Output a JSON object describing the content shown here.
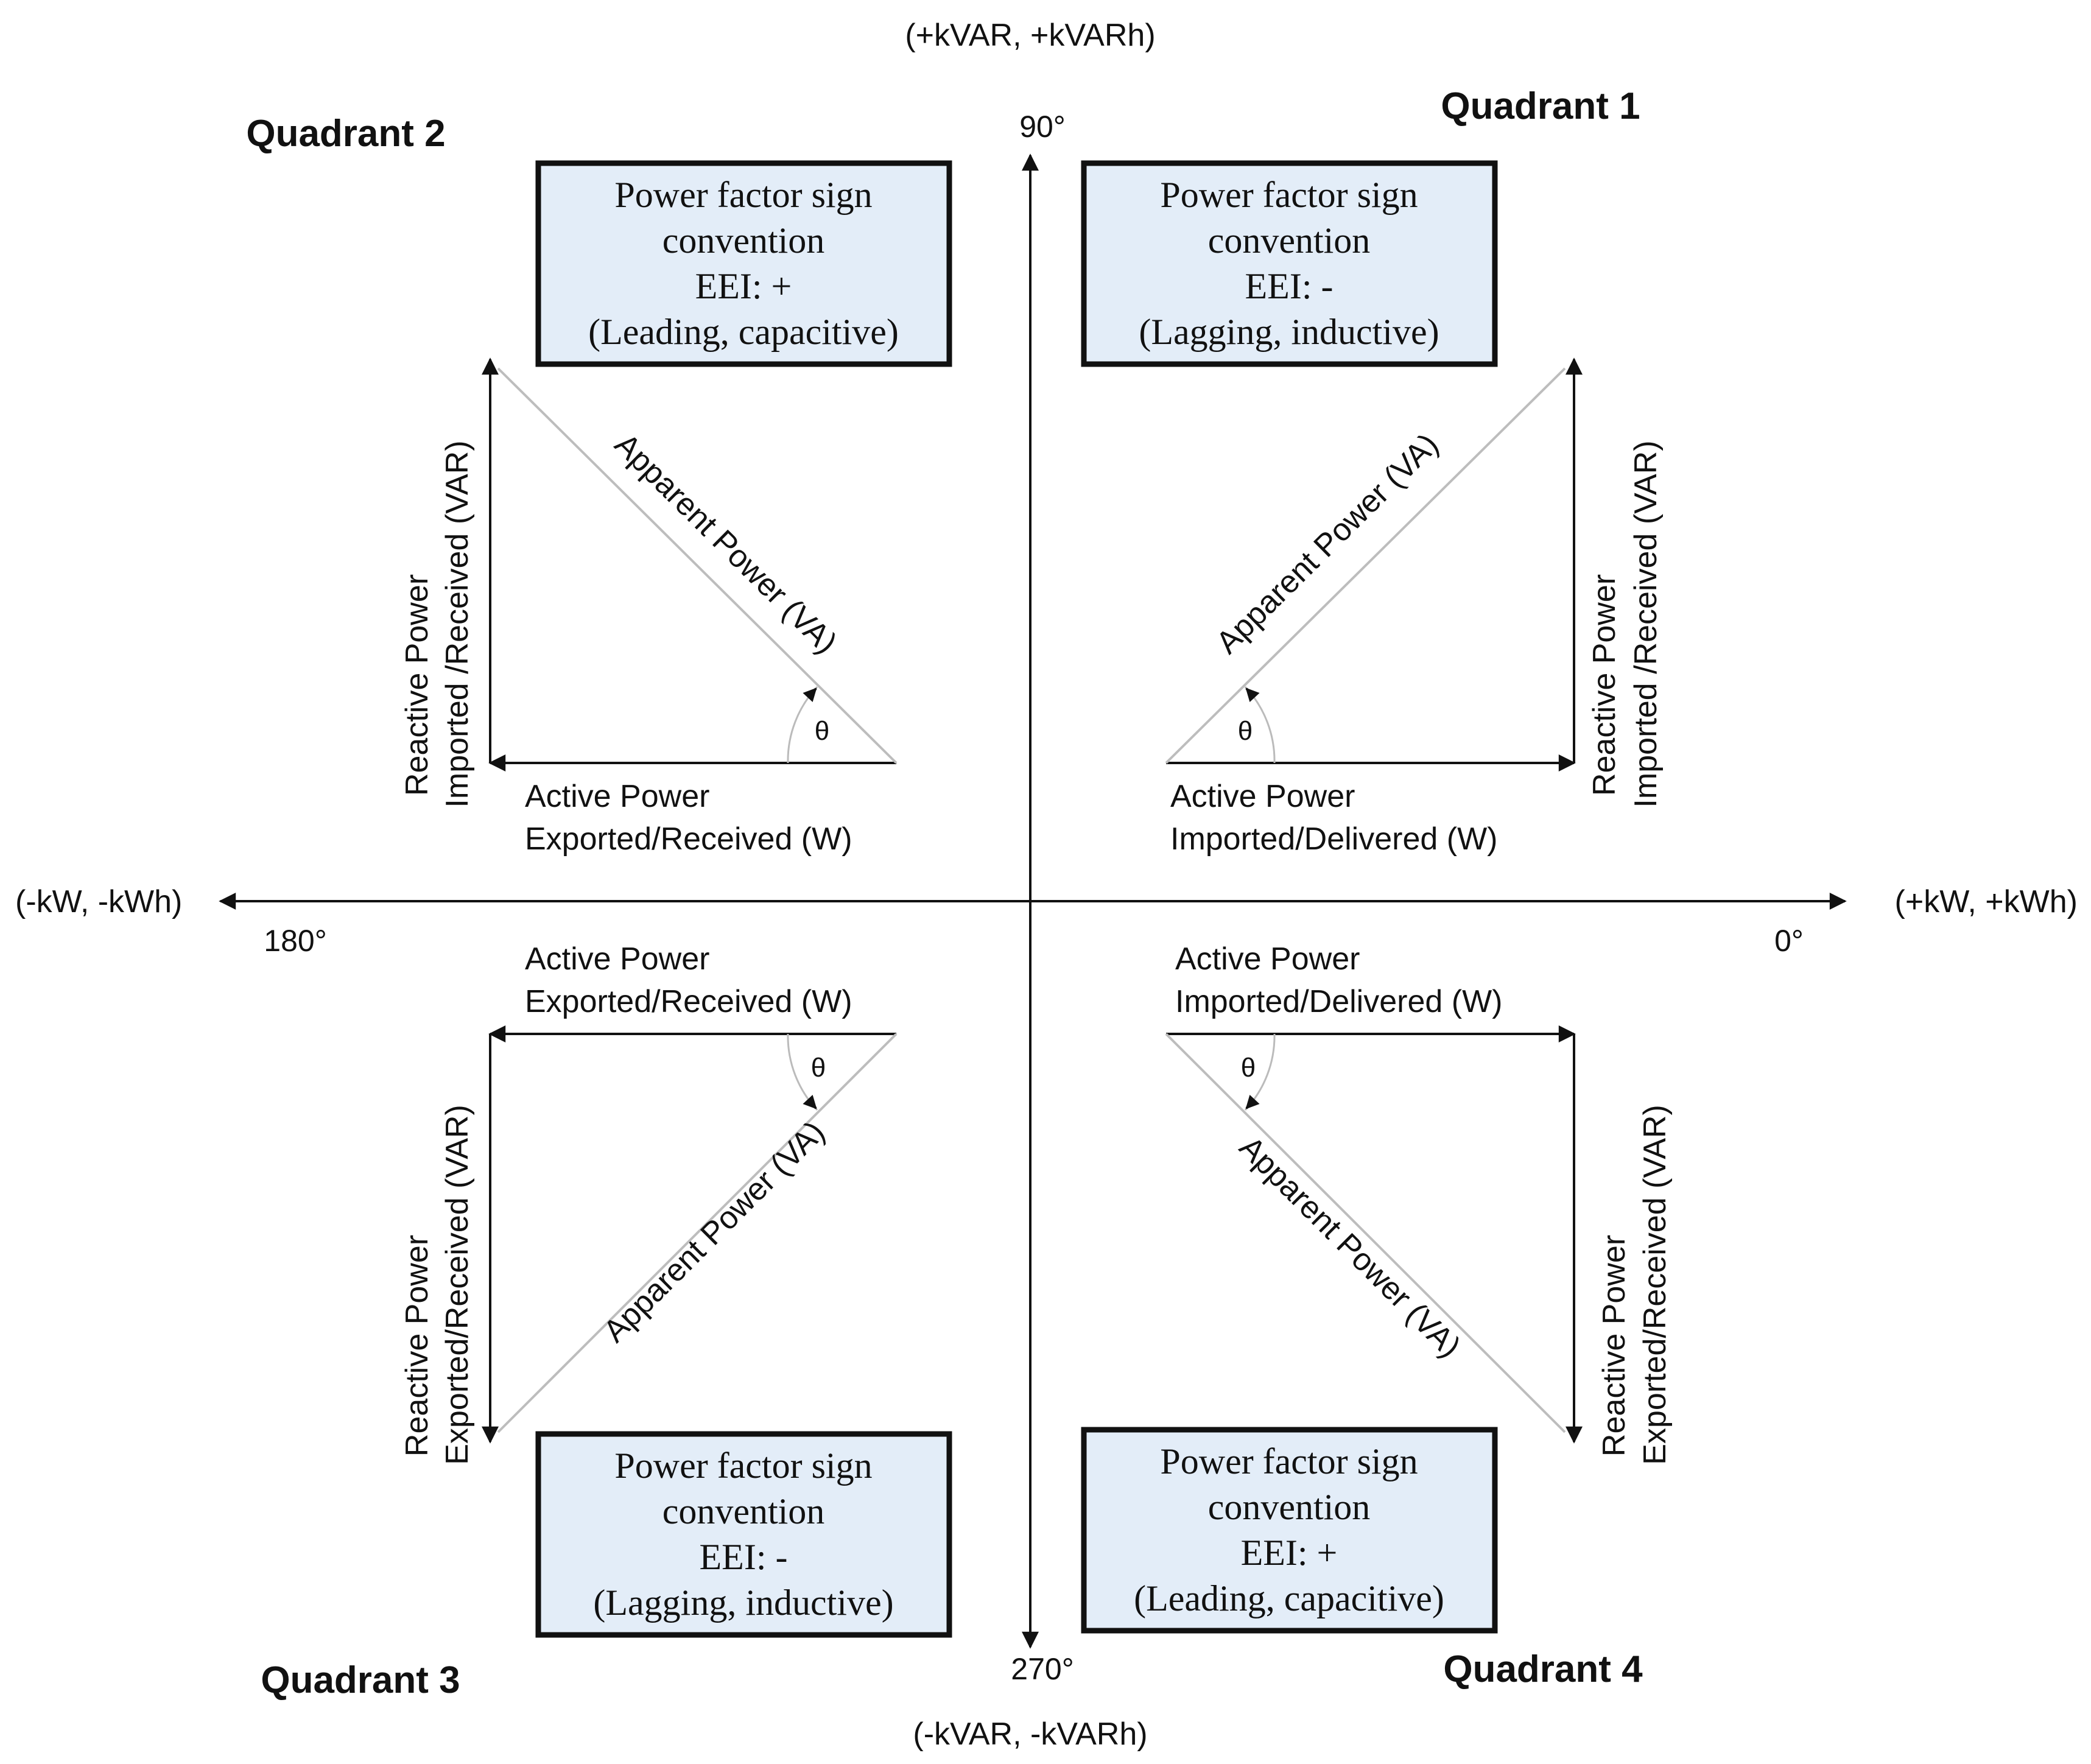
{
  "axes": {
    "top": "(+kVAR, +kVARh)",
    "bottom": "(-kVAR, -kVARh)",
    "left": "(-kW, -kWh)",
    "right": "(+kW, +kWh)",
    "deg_90": "90°",
    "deg_180": "180°",
    "deg_270": "270°",
    "deg_0": "0°"
  },
  "quadrants": {
    "q1": {
      "title": "Quadrant 1",
      "box_line1": "Power factor sign",
      "box_line2": "convention",
      "box_line3": "EEI: -",
      "box_line4": "(Lagging, inductive)",
      "active_line1": "Active Power",
      "active_line2": "Imported/Delivered (W)",
      "reactive_line1": "Reactive Power",
      "reactive_line2": "Imported /Received (VAR)",
      "apparent": "Apparent Power (VA)",
      "theta": "θ"
    },
    "q2": {
      "title": "Quadrant 2",
      "box_line1": "Power factor sign",
      "box_line2": "convention",
      "box_line3": "EEI: +",
      "box_line4": "(Leading, capacitive)",
      "active_line1": "Active Power",
      "active_line2": "Exported/Received (W)",
      "reactive_line1": "Reactive Power",
      "reactive_line2": "Imported /Received (VAR)",
      "apparent": "Apparent Power (VA)",
      "theta": "θ"
    },
    "q3": {
      "title": "Quadrant 3",
      "box_line1": "Power factor sign",
      "box_line2": "convention",
      "box_line3": "EEI: -",
      "box_line4": "(Lagging, inductive)",
      "active_line1": "Active Power",
      "active_line2": "Exported/Received (W)",
      "reactive_line1": "Reactive Power",
      "reactive_line2": "Exported/Received (VAR)",
      "apparent": "Apparent Power (VA)",
      "theta": "θ"
    },
    "q4": {
      "title": "Quadrant 4",
      "box_line1": "Power factor sign",
      "box_line2": "convention",
      "box_line3": "EEI: +",
      "box_line4": "(Leading, capacitive)",
      "active_line1": "Active Power",
      "active_line2": "Imported/Delivered (W)",
      "reactive_line1": "Reactive Power",
      "reactive_line2": "Exported/Received (VAR)",
      "apparent": "Apparent Power (VA)",
      "theta": "θ"
    }
  },
  "colors": {
    "box_fill": "#e3edf8",
    "line": "#111111",
    "hypotenuse": "#bdbdbd"
  }
}
